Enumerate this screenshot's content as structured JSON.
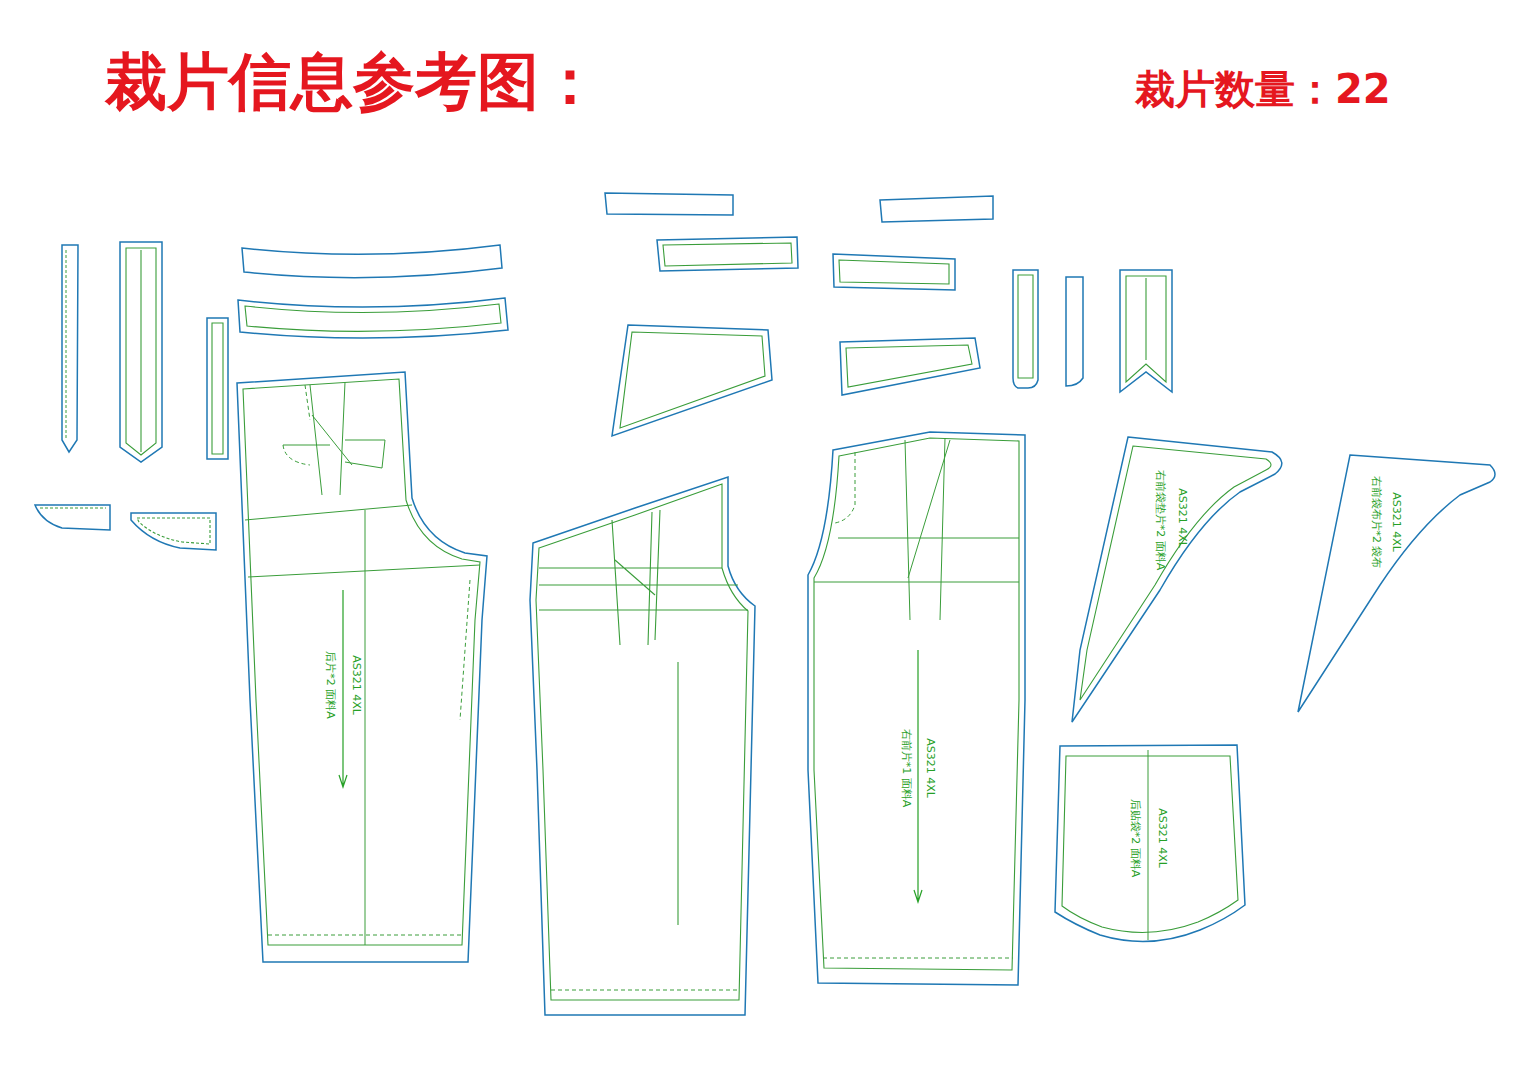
{
  "diagram": {
    "title": "裁片信息参考图：",
    "nodes": [
      {
        "text": [
          "后片*2  面料A",
          "AS321  4XL"
        ]
      },
      {
        "text": [
          "右前片*1  面料A",
          "AS321  4XL"
        ]
      },
      {
        "text": [
          "右前袋垫片*2  面料A",
          "AS321  4XL"
        ]
      },
      {
        "text": [
          "右前袋布片*2  袋布",
          "AS321  4XL"
        ]
      },
      {
        "text": [
          "后贴袋*2  面料A",
          "AS321  4XL"
        ]
      }
    ],
    "labels": [
      "裁片数量：22"
    ]
  }
}
